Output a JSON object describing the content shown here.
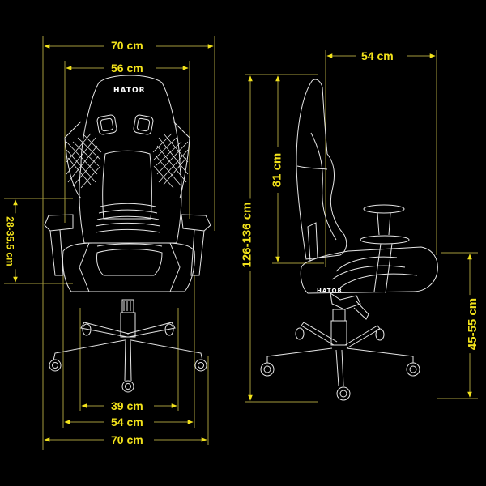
{
  "diagram": {
    "subject": "Gaming chair dimensions",
    "brand": "HATOR",
    "colors": {
      "background": "#000000",
      "dimension_line": "#a39a3c",
      "dimension_text": "#f2e21b",
      "arrow": "#f2e21b",
      "outline": "#e6e6e6"
    },
    "front_view": {
      "overall_width": "70 cm",
      "backrest_width": "56 cm",
      "armrest_height_adjust": "28-35.5 cm",
      "seat_width": "39 cm",
      "base_inner_width": "54 cm",
      "base_width": "70 cm"
    },
    "side_view": {
      "depth": "54 cm",
      "total_height": "126-136 cm",
      "backrest_height": "81 cm",
      "seat_height": "45-55 cm"
    },
    "brand_labels": {
      "front_headrest": "HATOR",
      "side_seat": "HATOR"
    }
  }
}
